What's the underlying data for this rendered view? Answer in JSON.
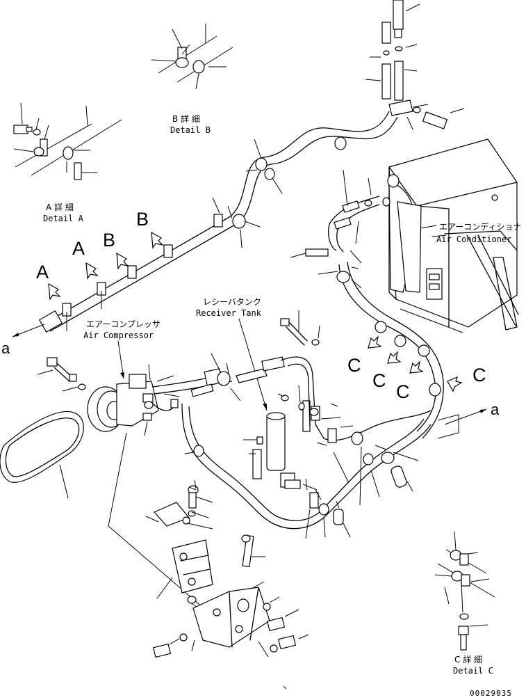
{
  "labels": {
    "air_conditioner_jp": "エアーコンディショナ",
    "air_conditioner_en": "Air Conditioner",
    "receiver_tank_jp": "レシーバタンク",
    "receiver_tank_en": "Receiver Tank",
    "air_compressor_jp": "エアーコンプレッサ",
    "air_compressor_en": "Air Compressor",
    "detail_a_jp": "A 詳 細",
    "detail_a_en": "Detail A",
    "detail_b_jp": "B 詳 細",
    "detail_b_en": "Detail B",
    "detail_c_jp": "C 詳 細",
    "detail_c_en": "Detail C"
  },
  "view_markers": {
    "a1": "A",
    "a2": "A",
    "b1": "B",
    "b2": "B",
    "c1": "C",
    "c2": "C",
    "c3": "C",
    "c4": "C"
  },
  "connection_markers": {
    "left": "a",
    "right": "a"
  },
  "drawing_number": "00029035"
}
